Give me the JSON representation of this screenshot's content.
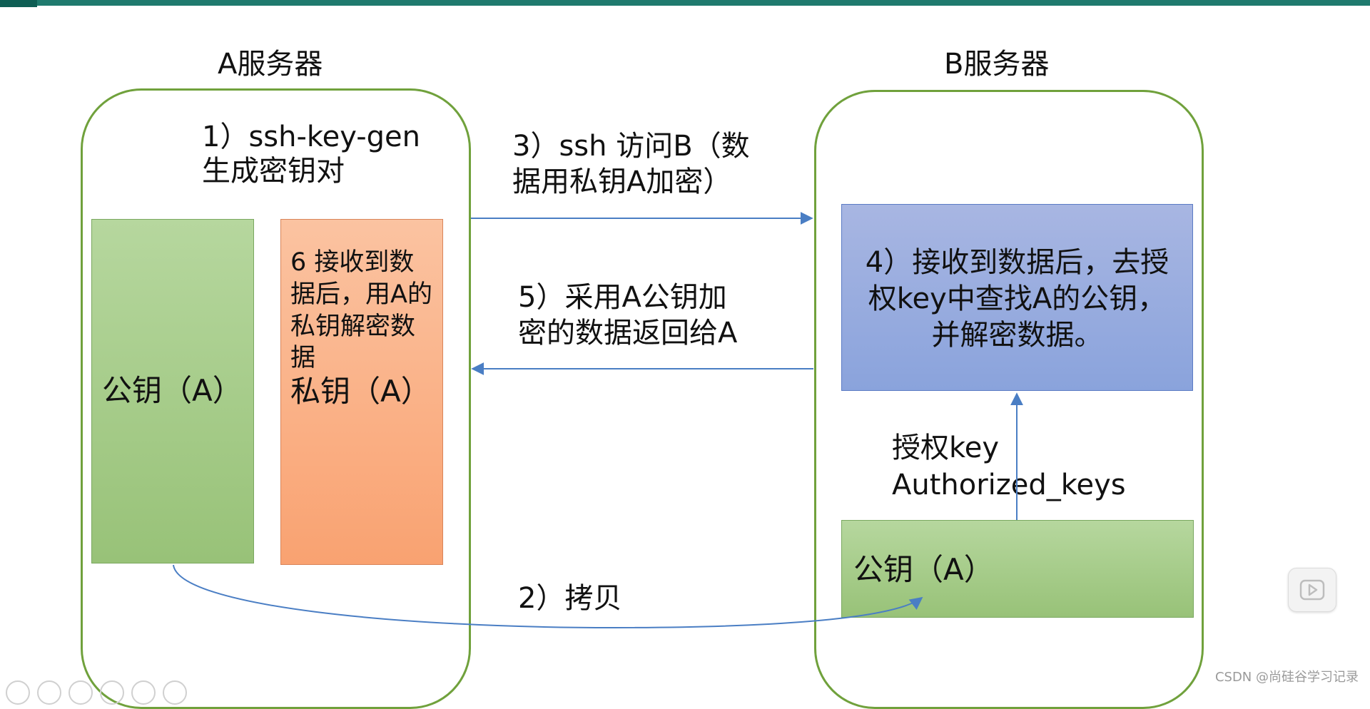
{
  "diagram": {
    "server_a": {
      "title": "A服务器"
    },
    "server_b": {
      "title": "B服务器"
    },
    "step1": "1）ssh-key-gen\n生成密钥对",
    "public_key_a": "公钥（A）",
    "step6": "6 接收到数\n据后，用A的\n私钥解密数\n据",
    "private_key_a": "私钥（A）",
    "step3": "3）ssh 访问B（数\n据用私钥A加密）",
    "step5": "5）采用A公钥加\n密的数据返回给A",
    "step4": "4）接收到数据后，去授\n权key中查找A的公钥，\n并解密数据。",
    "auth_key": "授权key\nAuthorized_keys",
    "public_key_b": "公钥（A）",
    "step2": "2）拷贝"
  },
  "watermark": "CSDN @尚硅谷学习记录",
  "colors": {
    "server_border": "#70a13c",
    "public_key": "#a9cf8c",
    "private_key": "#fbb48a",
    "decrypt_box": "#97acdf",
    "arrow": "#4a7ec4",
    "top_bar": "#1f7a6e"
  }
}
